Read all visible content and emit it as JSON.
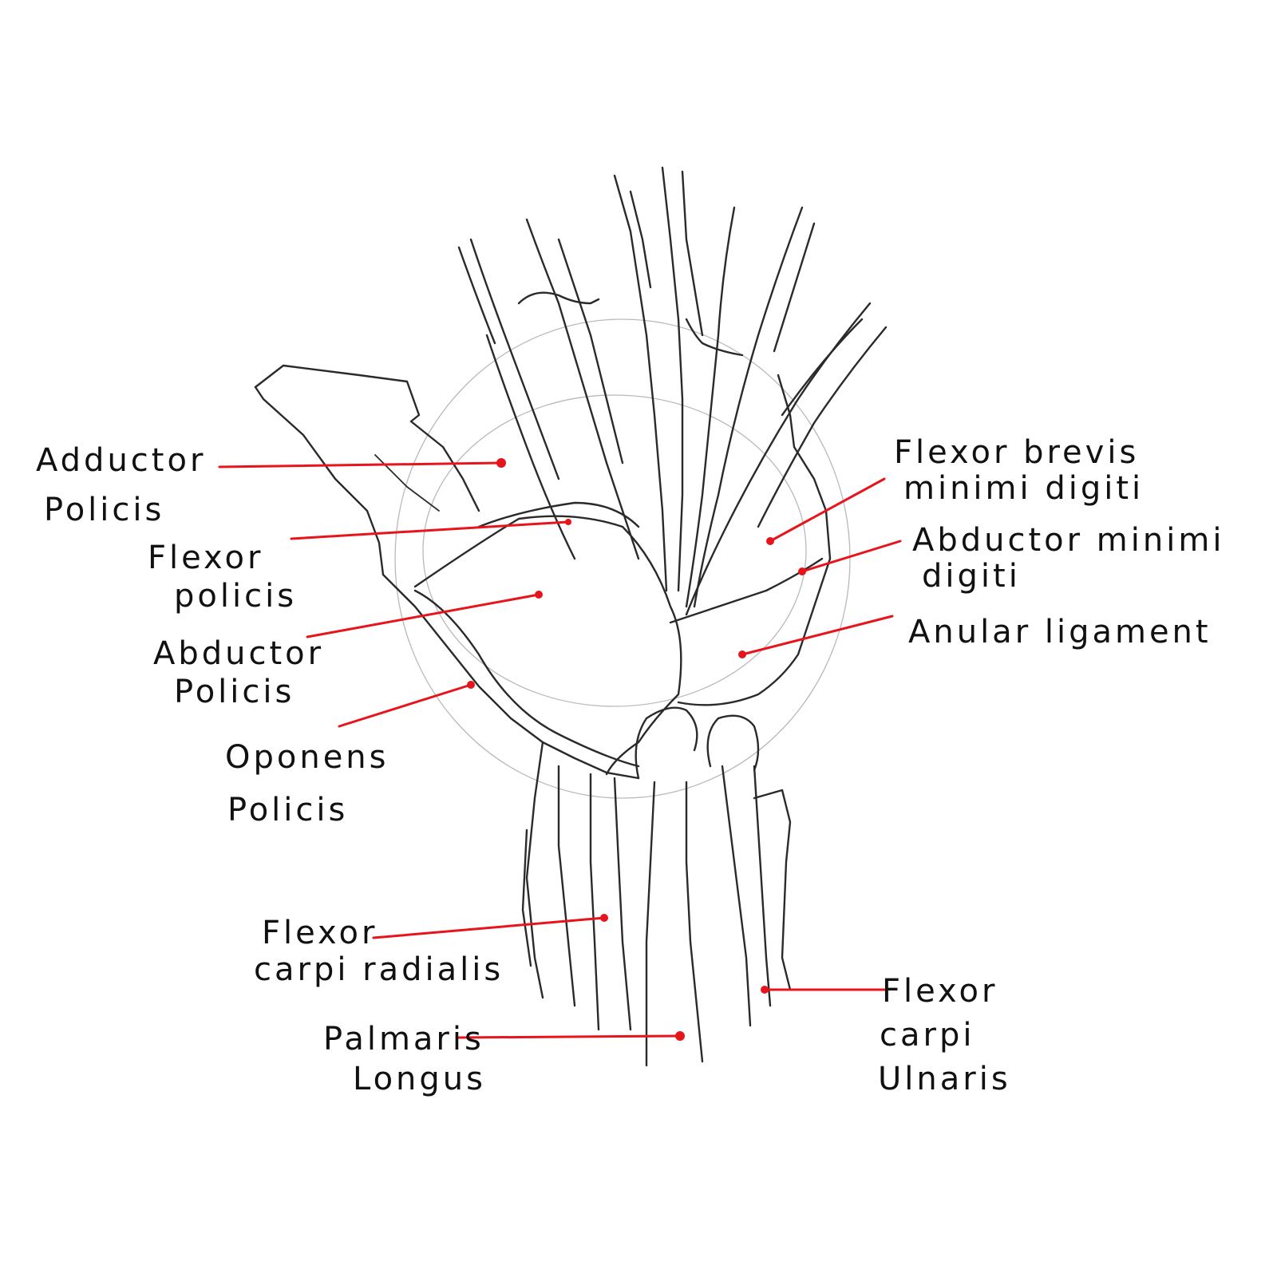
{
  "accent_color": "#e8141c",
  "labels": {
    "adductor_policis": [
      "Adductor",
      "Policis"
    ],
    "flexor_policis": [
      "Flexor",
      "policis"
    ],
    "abductor_policis": [
      "Abductor",
      "Policis"
    ],
    "oponens_policis": [
      "Oponens",
      "Policis"
    ],
    "flexor_brevis_minimi_digiti": [
      "Flexor brevis",
      "minimi digiti"
    ],
    "abductor_minimi_digiti": [
      "Abductor minimi",
      "digiti"
    ],
    "anular_ligament": [
      "Anular ligament"
    ],
    "flexor_carpi_radialis": [
      "Flexor",
      "carpi radialis"
    ],
    "palmaris_longus": [
      "Palmaris",
      "Longus"
    ],
    "flexor_carpi_ulnaris": [
      "Flexor",
      "carpi",
      "Ulnaris"
    ]
  }
}
